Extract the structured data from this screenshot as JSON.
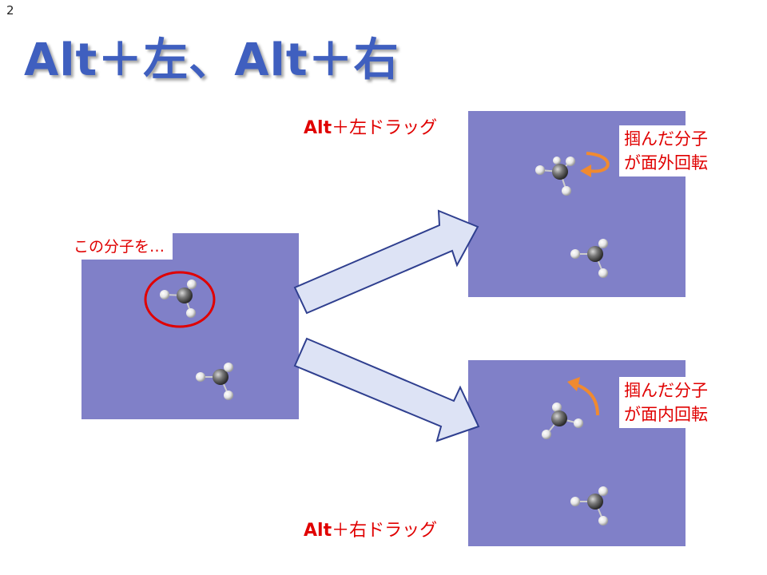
{
  "slide": {
    "number": "2",
    "title": "Alt＋左、Alt＋右"
  },
  "source": {
    "label": "この分子を…"
  },
  "top_result": {
    "caption_key": "Alt",
    "caption_rest": "＋左ドラッグ",
    "note_line1": "掴んだ分子",
    "note_line2": "が面外回転"
  },
  "bottom_result": {
    "caption_key": "Alt",
    "caption_rest": "＋右ドラッグ",
    "note_line1": "掴んだ分子",
    "note_line2": "が面内回転"
  },
  "colors": {
    "panel": "#8080c8",
    "title": "#3f5fbf",
    "accent_red": "#e00000",
    "arrow_fill": "#dde3f5",
    "arrow_stroke": "#2f3f8f",
    "rotate_arrow": "#f08a30"
  }
}
